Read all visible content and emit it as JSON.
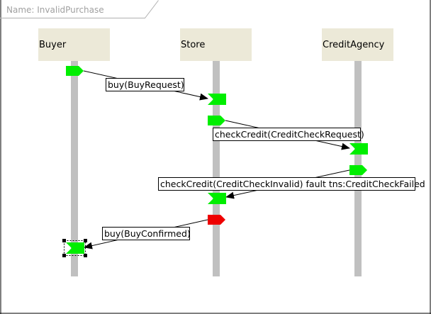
{
  "diagram": {
    "name_label": "Name: InvalidPurchase",
    "lifelines": [
      {
        "id": "buyer",
        "label": "Buyer"
      },
      {
        "id": "store",
        "label": "Store"
      },
      {
        "id": "credit",
        "label": "CreditAgency"
      }
    ],
    "messages": [
      {
        "label": "buy(BuyRequest)",
        "from": "buyer",
        "to": "store"
      },
      {
        "label": "checkCredit(CreditCheckRequest)",
        "from": "store",
        "to": "credit"
      },
      {
        "label": "checkCredit(CreditCheckInvalid) fault tns:CreditCheckFailed",
        "from": "credit",
        "to": "store"
      },
      {
        "label": "buy(BuyConfirmed)",
        "from": "store",
        "to": "buyer"
      }
    ],
    "colors": {
      "send": "#00ee00",
      "fault": "#ee0000",
      "lifeline": "#c0c0c0",
      "header": "#ece9d8"
    }
  }
}
